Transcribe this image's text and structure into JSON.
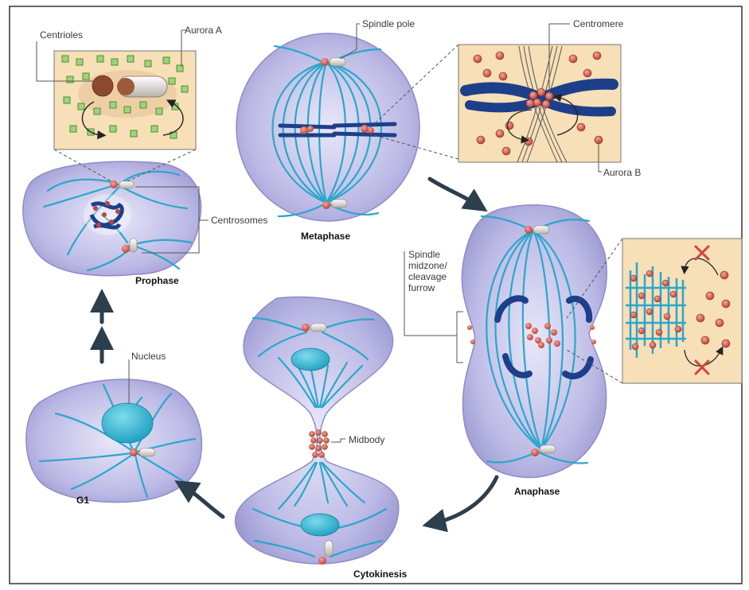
{
  "labels": {
    "centrioles": "Centrioles",
    "aurora_a": "Aurora A",
    "spindle_pole": "Spindle pole",
    "centromere": "Centromere",
    "aurora_b": "Aurora B",
    "centrosomes": "Centrosomes",
    "spindle_midzone_line1": "Spindle",
    "spindle_midzone_line2": "midzone/",
    "spindle_midzone_line3": "cleavage",
    "spindle_midzone_line4": "furrow",
    "nucleus": "Nucleus",
    "midbody": "Midbody"
  },
  "stages": {
    "prophase": "Prophase",
    "metaphase": "Metaphase",
    "anaphase": "Anaphase",
    "cytokinesis": "Cytokinesis",
    "g1": "G1"
  },
  "colors": {
    "cell_fill": "#b7b5e3",
    "cell_stroke": "#8f8cc6",
    "microtubule": "#2aa7cc",
    "chromosome": "#1d3f8a",
    "aurora": "#c0453a",
    "inset_bg": "#f7dfb7",
    "arrow": "#2d3e4c"
  }
}
